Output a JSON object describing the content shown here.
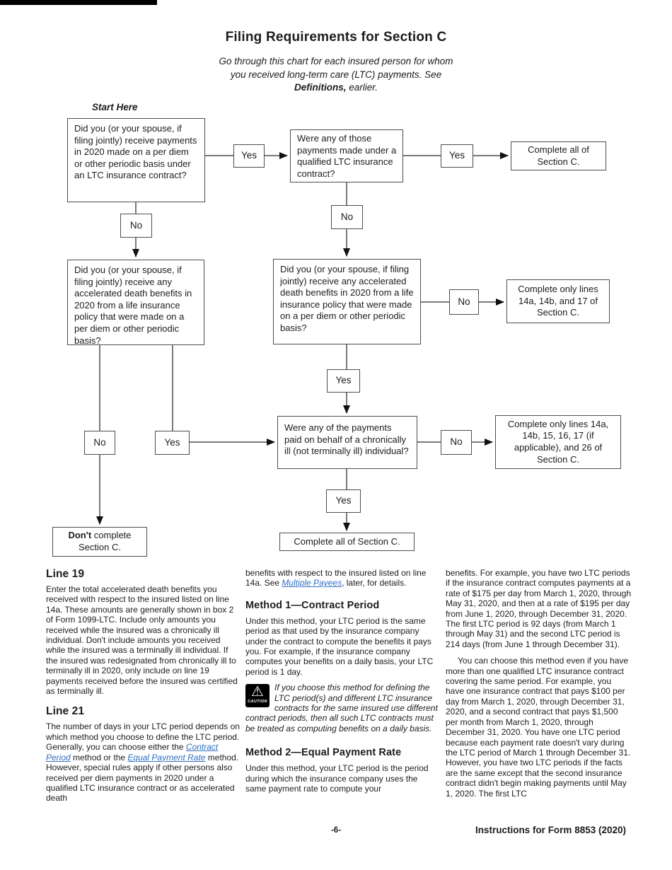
{
  "header": {
    "title": "Filing Requirements for Section C",
    "intro_pre": "Go through this chart for each insured person for whom you received long-term care (LTC) payments. See ",
    "intro_bold": "Definitions,",
    "intro_post": " earlier."
  },
  "flowchart": {
    "start_here": "Start Here",
    "yes": "Yes",
    "no": "No",
    "q1": "Did you (or your spouse, if filing jointly) receive payments in 2020 made on a per diem or other periodic basis under an LTC insurance contract?",
    "q2": "Were any of those payments made under a qualified LTC insurance contract?",
    "q3_left": "Did you (or your spouse, if filing jointly) receive any accelerated death benefits in 2020 from a life insurance policy that were made on a per diem or other periodic basis?",
    "q3_mid": "Did you (or your spouse, if filing jointly) receive any accelerated death benefits in 2020 from a life insurance policy that were made on a per diem or other periodic basis?",
    "q4": "Were any of the payments paid on behalf of a chronically ill (not terminally ill) individual?",
    "complete_all_top": "Complete all of Section C.",
    "complete_14a_17": "Complete only lines 14a, 14b, and 17 of Section C.",
    "complete_26": "Complete only lines 14a, 14b, 15, 16, 17 (if applicable), and 26 of Section C.",
    "dont_bold": "Don't",
    "dont_rest": " complete Section C.",
    "complete_all_bottom": "Complete all of Section C."
  },
  "columns": {
    "col1": {
      "h_line19": "Line 19",
      "p_line19": "Enter the total accelerated death benefits you received with respect to the insured listed on line 14a. These amounts are generally shown in box 2 of Form 1099-LTC. Include only amounts you received while the insured was a chronically ill individual. Don't include amounts you received while the insured was a terminally ill individual. If the insured was redesignated from chronically ill to terminally ill in 2020, only include on line 19 payments received before the insured was certified as terminally ill.",
      "h_line21": "Line 21",
      "p_line21_1": "The number of days in your LTC period depends on which method you choose to define the LTC period. Generally, you can choose either the ",
      "link_contract_period": "Contract Period",
      "p_line21_2": " method or the ",
      "link_equal_payment": "Equal Payment Rate",
      "p_line21_3": " method. However, special rules apply if other persons also received per diem payments in 2020 under a qualified LTC insurance contract or as accelerated death"
    },
    "col2": {
      "p_cont_1": "benefits with respect to the insured listed on line 14a. See ",
      "link_multiple_payees": "Multiple Payees",
      "p_cont_2": ", later, for details.",
      "h_method1": "Method 1—Contract Period",
      "p_method1": "Under this method, your LTC period is the same period as that used by the insurance company under the contract to compute the benefits it pays you. For example, if the insurance company computes your benefits on a daily basis, your LTC period is 1 day.",
      "caution_glyph": "⚠",
      "caution_label": "CAUTION",
      "caution_text": "If you choose this method for defining the LTC period(s) and different LTC insurance contracts for the same insured use different contract periods, then all such LTC contracts must be treated as computing benefits on a daily basis.",
      "h_method2": "Method 2—Equal Payment Rate",
      "p_method2": "Under this method, your LTC period is the period during which the insurance company uses the same payment rate to compute your"
    },
    "col3": {
      "p1": "benefits. For example, you have two LTC periods if the insurance contract computes payments at a rate of $175 per day from March 1, 2020, through May 31, 2020, and then at a rate of $195 per day from June 1, 2020, through December 31, 2020. The first LTC period is 92 days (from March 1 through May 31) and the second LTC period is 214 days (from June 1 through December 31).",
      "p2": "You can choose this method even if you have more than one qualified LTC insurance contract covering the same period. For example, you have one insurance contract that pays $100 per day from March 1, 2020, through December 31, 2020, and a second contract that pays $1,500 per month from March 1, 2020, through December 31, 2020. You have one LTC period because each payment rate doesn't vary during the LTC period of March 1 through December 31. However, you have two LTC periods if the facts are the same except that the second insurance contract didn't begin making payments until May 1, 2020. The first LTC"
    }
  },
  "footer": {
    "page_number": "-6-",
    "doc_title": "Instructions for Form 8853 (2020)"
  },
  "colors": {
    "link": "#2e6fc0",
    "line": "#4d4d4d"
  }
}
